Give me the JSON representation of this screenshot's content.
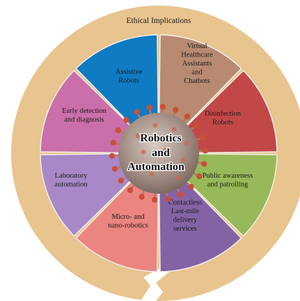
{
  "outer_title": "Ethical Implications",
  "hub": {
    "lines": [
      "Robotics",
      "and",
      "Automation"
    ]
  },
  "segments": [
    {
      "id": "assistive-robots",
      "lines": [
        "Assistive",
        "Robots"
      ],
      "color": "#0e7bc2"
    },
    {
      "id": "virtual-healthcare-assistants",
      "lines": [
        "Virtual",
        "Healthcare",
        "Assistants",
        "and",
        "Chatbots"
      ],
      "color": "#b78a71"
    },
    {
      "id": "disinfection-robots",
      "lines": [
        "Disinfection",
        "Robots"
      ],
      "color": "#c24848"
    },
    {
      "id": "public-awareness",
      "lines": [
        "Public awareness",
        "and patrolling"
      ],
      "color": "#97b959"
    },
    {
      "id": "contactless-delivery",
      "lines": [
        "Contactless",
        "Last-mile",
        "delivery",
        "services"
      ],
      "color": "#8463a5"
    },
    {
      "id": "micro-nano-robotics",
      "lines": [
        "Micro- and",
        "nano-robotics"
      ],
      "color": "#ea857f"
    },
    {
      "id": "laboratory-automation",
      "lines": [
        "Laboratory",
        "automation"
      ],
      "color": "#a888c7"
    },
    {
      "id": "early-detection",
      "lines": [
        "Early detection",
        "and diagnosis"
      ],
      "color": "#ca6fa9"
    }
  ],
  "colors": {
    "outer_ring": "#e8c48f",
    "virus_body": "#a8948a",
    "virus_spike": "#c9503a"
  }
}
